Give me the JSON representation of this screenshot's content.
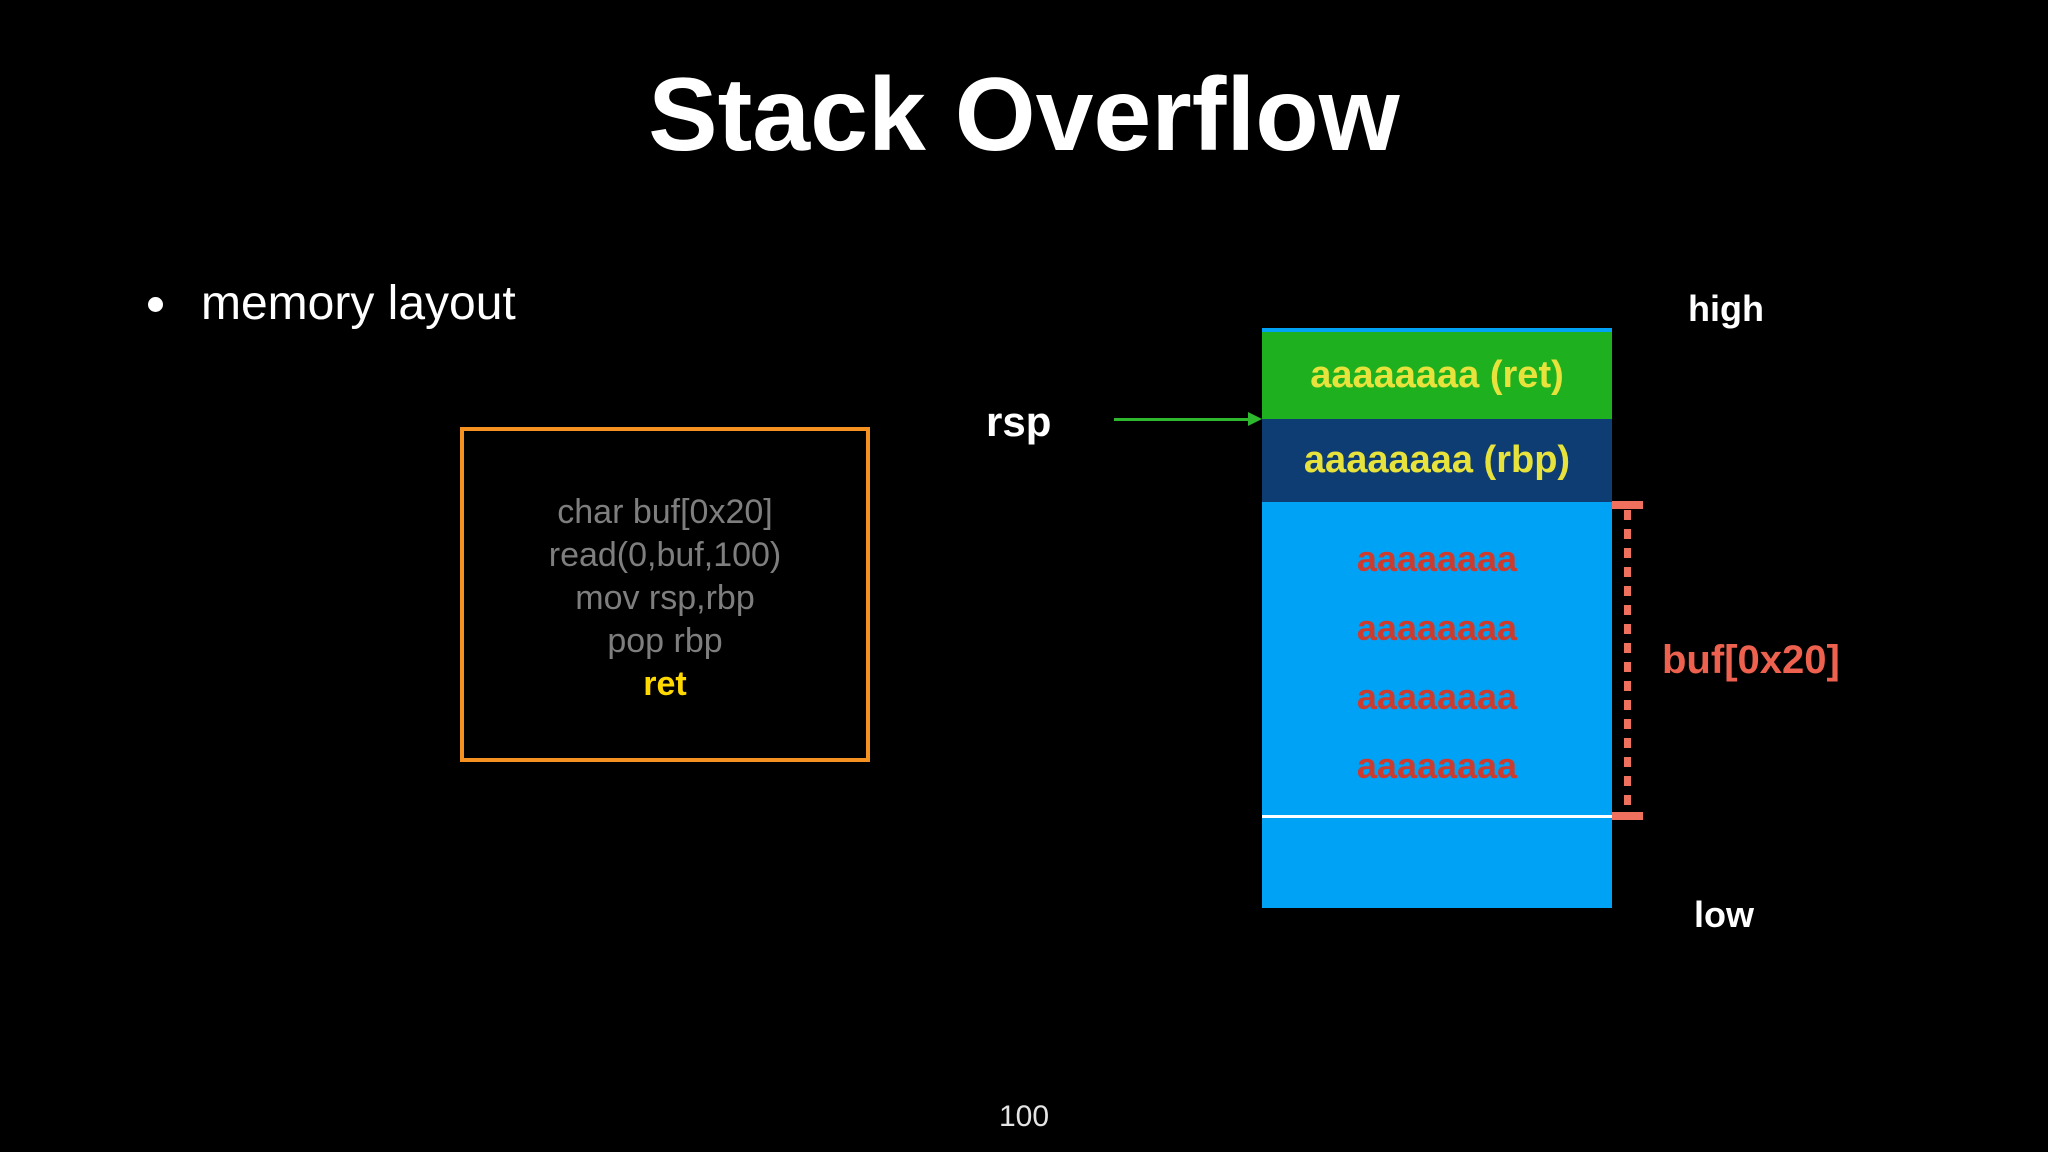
{
  "slide": {
    "title": "Stack Overflow",
    "bullet": "memory layout",
    "page_number": "100"
  },
  "code_box": {
    "lines": [
      "char buf[0x20]",
      "read(0,buf,100)",
      "mov rsp,rbp",
      "pop rbp"
    ],
    "highlight_line": "ret",
    "border_color": "#f59120",
    "text_color": "#7e7e7e",
    "highlight_color": "#ffd800"
  },
  "pointer": {
    "label": "rsp",
    "arrow_color": "#2eb82e"
  },
  "stack": {
    "high_label": "high",
    "low_label": "low",
    "rows": [
      {
        "text": "aaaaaaaa (ret)",
        "bg": "#1fb01f",
        "fg": "#e7e33c"
      },
      {
        "text": "aaaaaaaa (rbp)",
        "bg": "#0d3d72",
        "fg": "#e7e33c"
      }
    ],
    "buffer": {
      "bg": "#00a2f5",
      "entries": [
        "aaaaaaaa",
        "aaaaaaaa",
        "aaaaaaaa",
        "aaaaaaaa"
      ],
      "text_color": "#cd3a2e",
      "divider_color": "#ffffff"
    },
    "bracket": {
      "label": "buf[0x20]",
      "line_color": "#ef705c",
      "label_color": "#ee614e"
    }
  }
}
